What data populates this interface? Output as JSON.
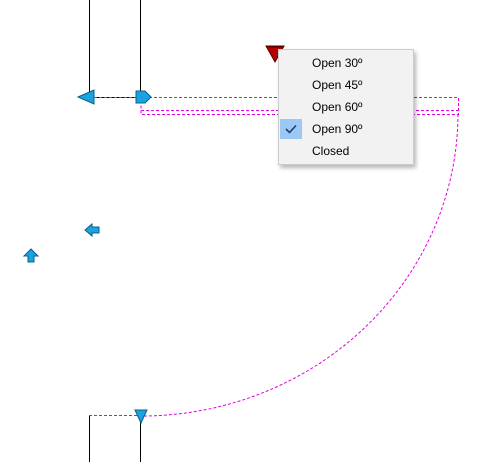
{
  "context_menu": {
    "items": [
      {
        "label": "Open 30º",
        "checked": false
      },
      {
        "label": "Open 45º",
        "checked": false
      },
      {
        "label": "Open 60º",
        "checked": false
      },
      {
        "label": "Open 90º",
        "checked": true
      },
      {
        "label": "Closed",
        "checked": false
      }
    ]
  },
  "colors": {
    "dashed_outline": "#e000e0",
    "wall_line": "#000000",
    "grip_fill": "#1aa3e0",
    "grip_stroke": "#0b5f87",
    "flip_grip_fill": "#b30000",
    "menu_bg": "#f2f2f2",
    "check_highlight": "#9cc8f5"
  },
  "icons": {
    "check": "checkmark-icon",
    "grips": [
      "arrow-left-grip-icon",
      "pentagon-right-grip-icon",
      "arrow-left-grip-icon",
      "arrow-up-grip-icon",
      "triangle-down-grip-icon",
      "triangle-down-flip-grip-icon"
    ]
  }
}
